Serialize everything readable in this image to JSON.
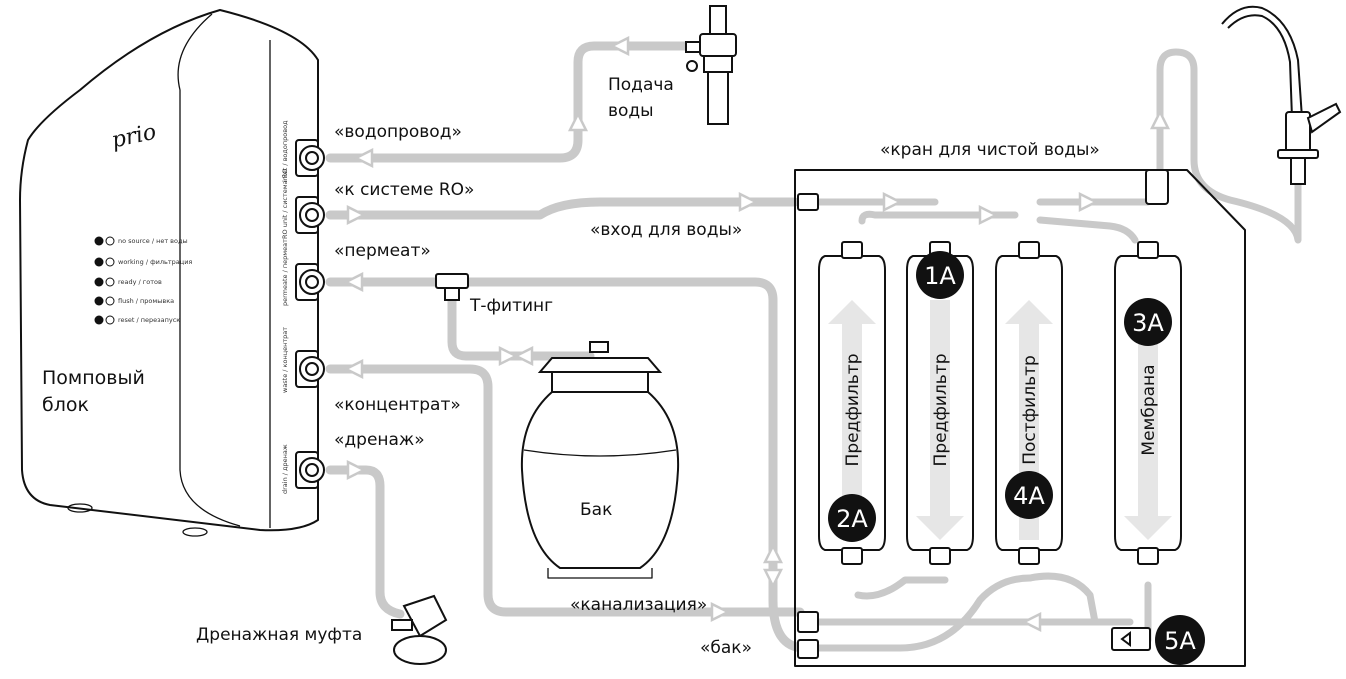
{
  "labels": {
    "mains_port": "«водопровод»",
    "ro_port": "«к системе RO»",
    "permeate_port": "«пермеат»",
    "concentrate_port": "«концентрат»",
    "drain_port": "«дренаж»",
    "water_supply": "Подача\nводы",
    "clean_tap": "«кран для чистой воды»",
    "water_inlet": "«вход для воды»",
    "t_fitting": "Т-фитинг",
    "tank": "Бак",
    "sewer": "«канализация»",
    "tank_port": "«бак»",
    "drain_clamp": "Дренажная муфта",
    "pump_unit": "Помповый\nблок"
  },
  "pump_panel": {
    "brand": "prio",
    "indicators": [
      "no source / нет воды",
      "working / фильтрация",
      "ready / готов",
      "flush / промывка",
      "reset / перезапуск"
    ],
    "port_captions": [
      "inlet / водопровод",
      "RO unit / система RO",
      "permeate / пермеат",
      "waste / концентрат",
      "drain / дренаж"
    ]
  },
  "filters": [
    {
      "badge": "2A",
      "name": "Предфильтр",
      "flow": "up"
    },
    {
      "badge": "1A",
      "name": "Предфильтр",
      "flow": "down"
    },
    {
      "badge": "4A",
      "name": "Постфильтр",
      "flow": "up"
    },
    {
      "badge": "3A",
      "name": "Мембрана",
      "flow": "down"
    }
  ],
  "valve_badge": "5A",
  "colors": {
    "pipe": "#c9c9c9",
    "outline": "#111111",
    "badge": "#111111",
    "flow_arrow": "#e6e6e6"
  }
}
